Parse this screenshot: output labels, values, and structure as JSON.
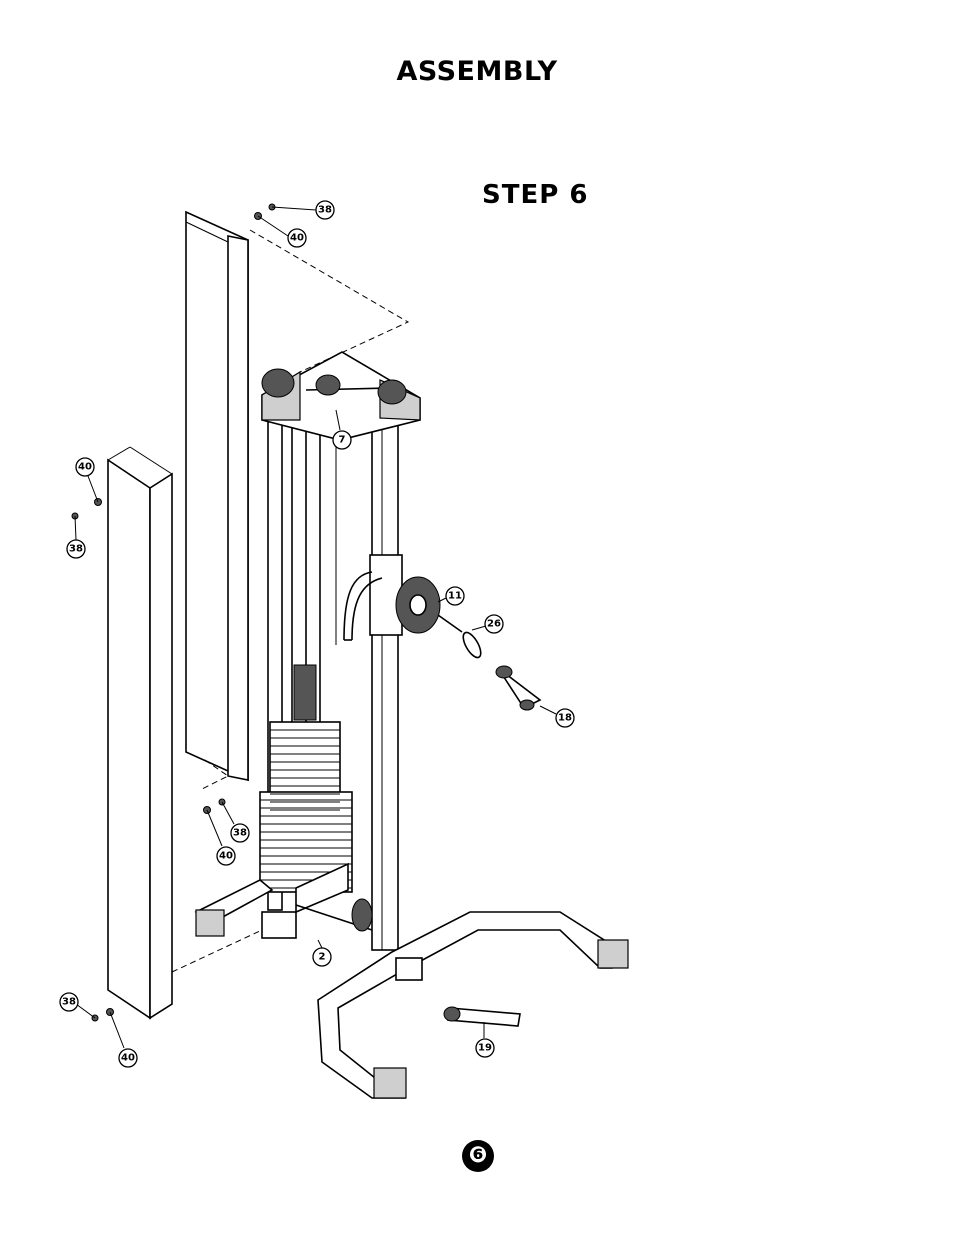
{
  "page": {
    "title": "ASSEMBLY",
    "step_label": "STEP 6",
    "page_number": "❻"
  },
  "callouts": [
    {
      "id": "c38a",
      "label": "38"
    },
    {
      "id": "c40a",
      "label": "40"
    },
    {
      "id": "c7",
      "label": "7"
    },
    {
      "id": "c40b",
      "label": "40"
    },
    {
      "id": "c38b",
      "label": "38"
    },
    {
      "id": "c11",
      "label": "11"
    },
    {
      "id": "c26",
      "label": "26"
    },
    {
      "id": "c18",
      "label": "18"
    },
    {
      "id": "c38c",
      "label": "38"
    },
    {
      "id": "c40c",
      "label": "40"
    },
    {
      "id": "c2",
      "label": "2"
    },
    {
      "id": "c38d",
      "label": "38"
    },
    {
      "id": "c40d",
      "label": "40"
    },
    {
      "id": "c19",
      "label": "19"
    }
  ]
}
